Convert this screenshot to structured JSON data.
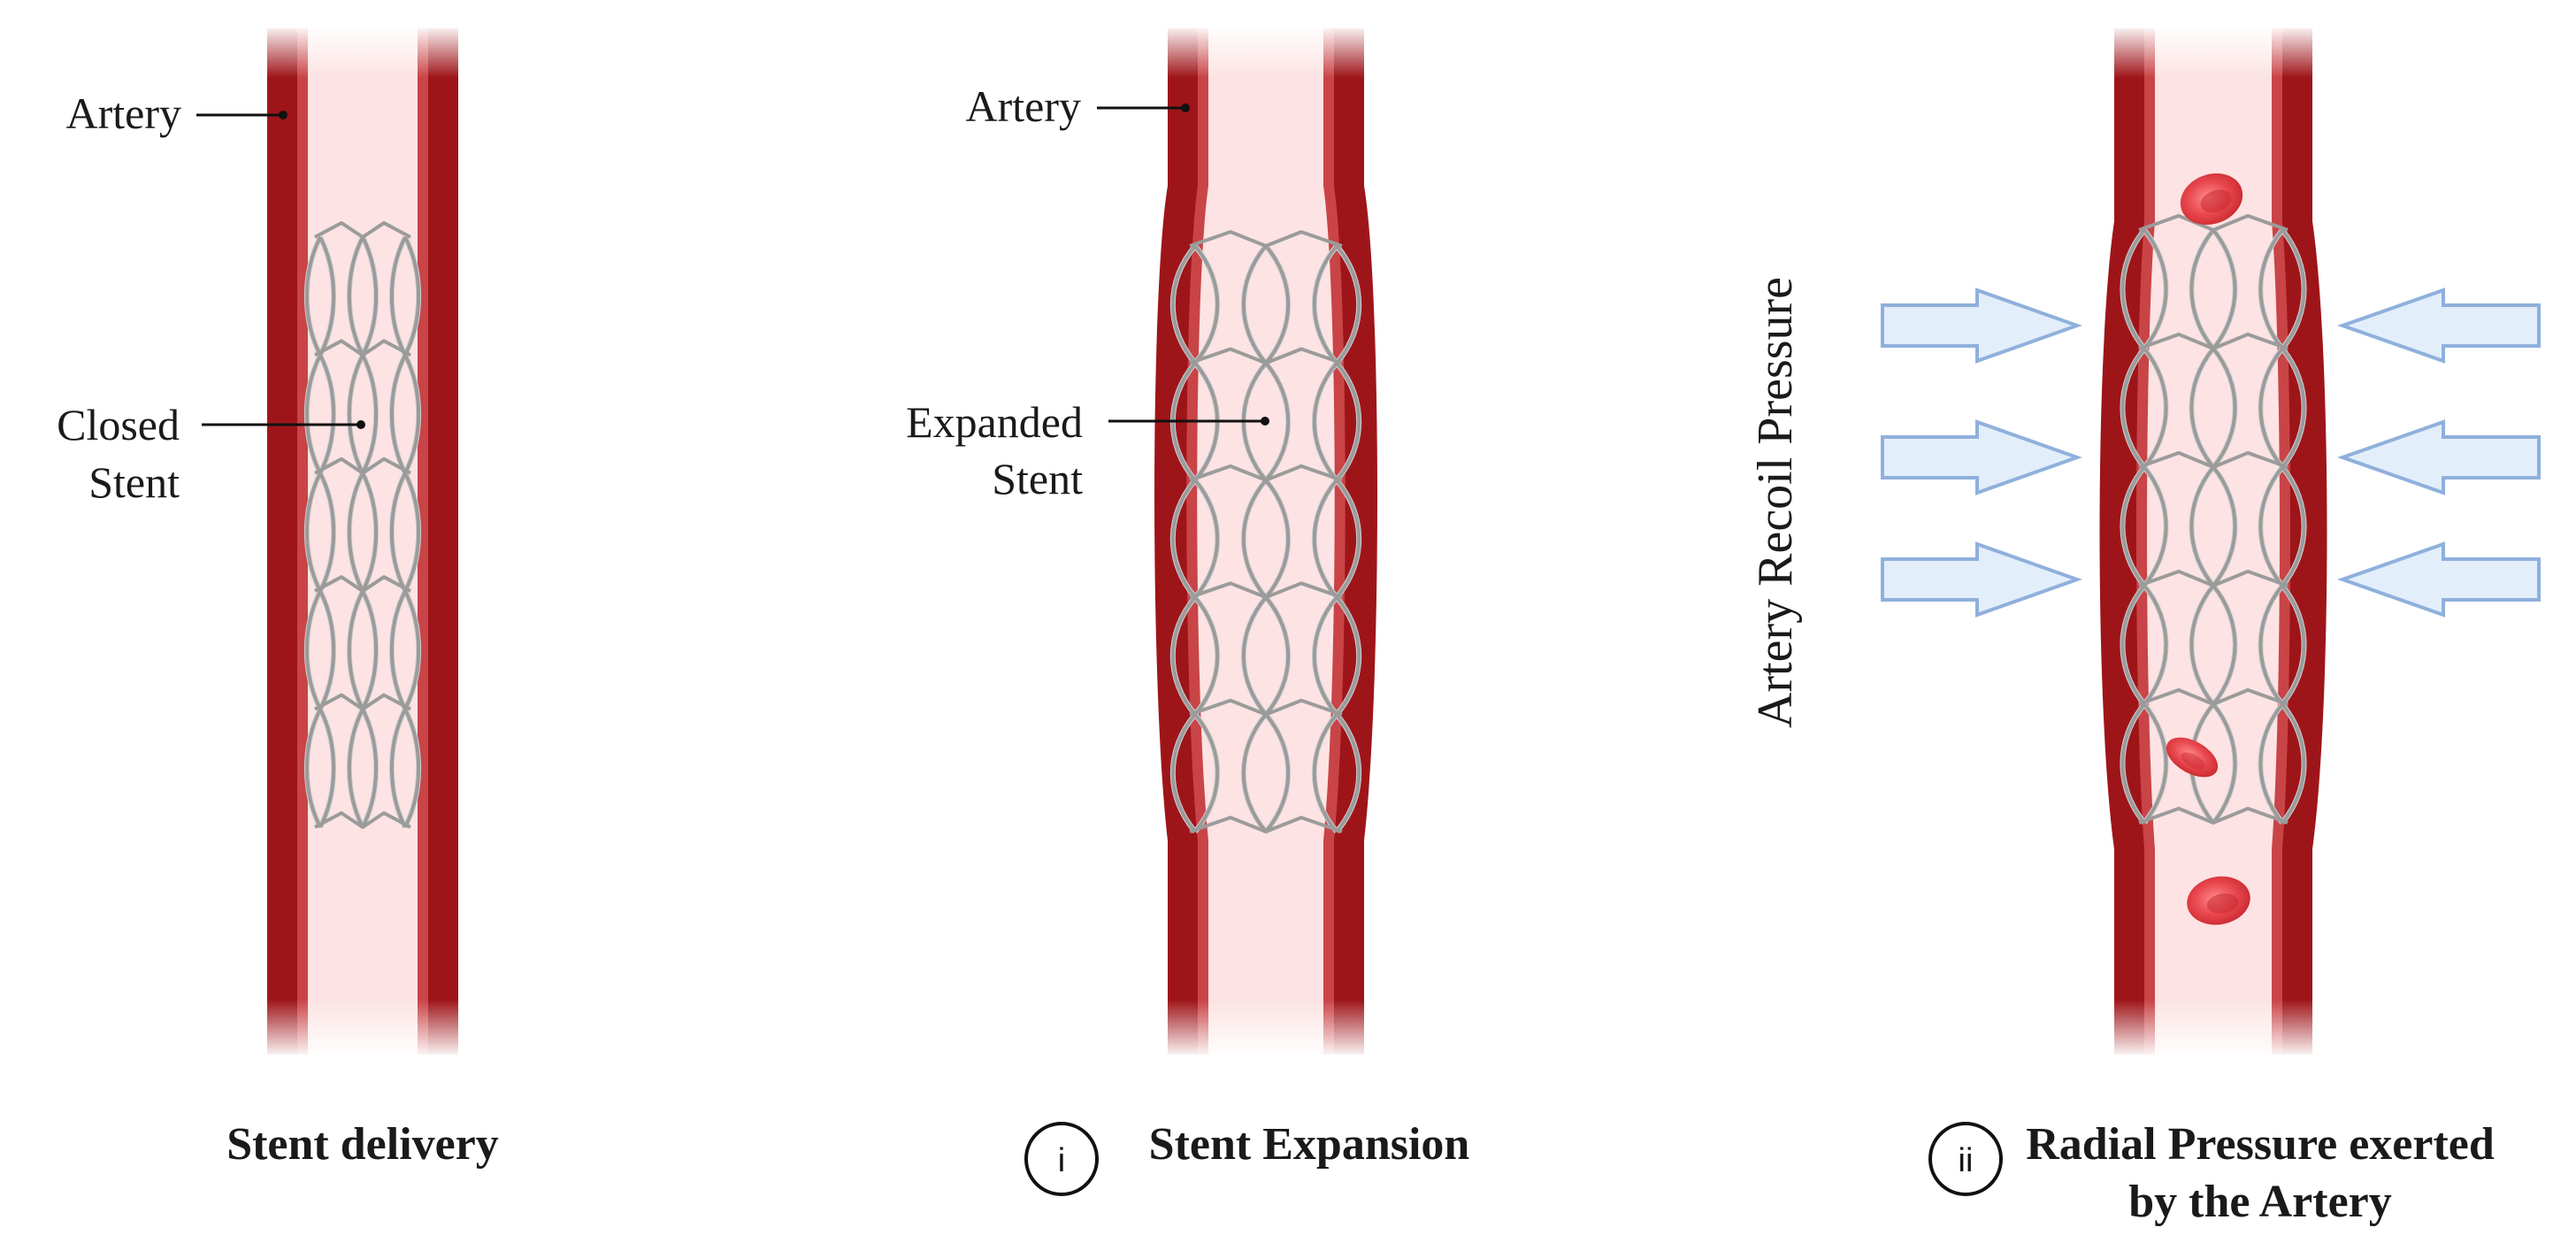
{
  "panels": [
    {
      "artery_label": "Artery",
      "stent_label_line1": "Closed",
      "stent_label_line2": "Stent",
      "caption_line1": "Stent delivery",
      "caption_line2": "",
      "step_marker": ""
    },
    {
      "artery_label": "Artery",
      "stent_label_line1": "Expanded",
      "stent_label_line2": "Stent",
      "caption_line1": "Stent Expansion",
      "caption_line2": "",
      "step_marker": "i"
    },
    {
      "pressure_label": "Artery Recoil Pressure",
      "caption_line1": "Radial Pressure exerted",
      "caption_line2": "by the Artery",
      "step_marker": "ii"
    }
  ],
  "colors": {
    "artery_wall_dark": "#9e1519",
    "artery_wall_mid": "#c94447",
    "lumen": "#fde3e3",
    "stent_wire": "#9b9b9b",
    "blood_cell": "#e8474d",
    "arrow_fill": "#e3eefb",
    "arrow_stroke": "#8fb0dc"
  }
}
